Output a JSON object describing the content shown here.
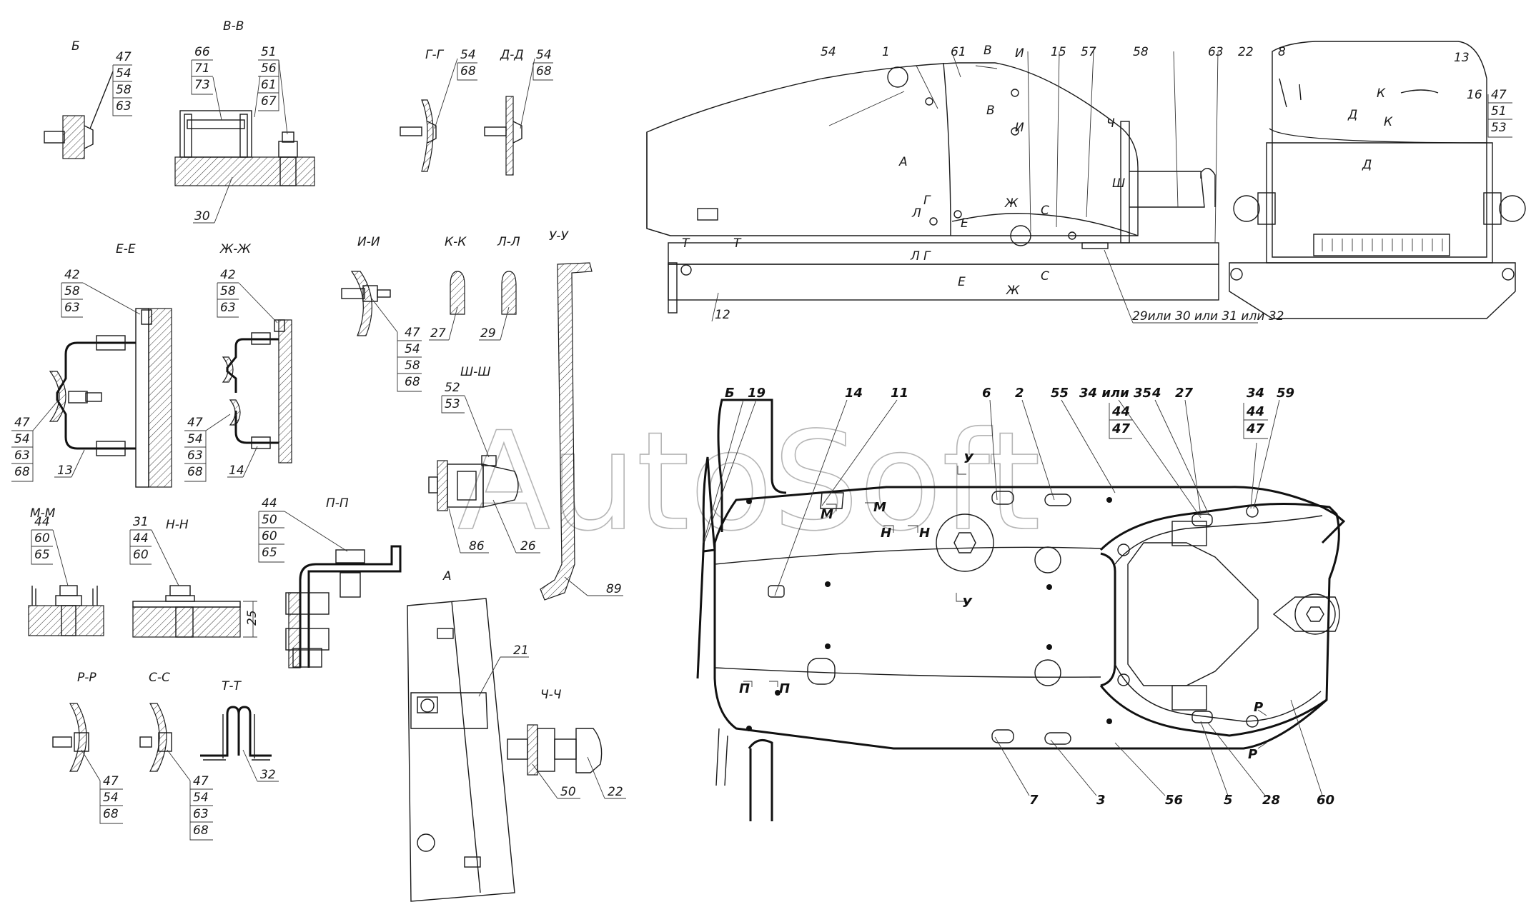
{
  "watermark": "AutoSoft",
  "sections": {
    "b": {
      "title": "Б",
      "stack": [
        "47",
        "54",
        "58",
        "63"
      ]
    },
    "vv": {
      "title": "В-В",
      "stack_left": [
        "66",
        "71",
        "73"
      ],
      "stack_right": [
        "51",
        "56",
        "61",
        "67"
      ],
      "callout": "30"
    },
    "gg": {
      "title": "Г-Г",
      "stack": [
        "54",
        "68"
      ]
    },
    "dd": {
      "title": "Д-Д",
      "stack": [
        "54",
        "68"
      ]
    },
    "ee": {
      "title": "Е-Е",
      "stack_top": [
        "42",
        "58",
        "63"
      ],
      "stack_bottom": [
        "47",
        "54",
        "63",
        "68"
      ],
      "callout": "13"
    },
    "zhzh": {
      "title": "Ж-Ж",
      "stack_top": [
        "42",
        "58",
        "63"
      ],
      "stack_bottom": [
        "47",
        "54",
        "63",
        "68"
      ],
      "callout": "14"
    },
    "ii": {
      "title": "И-И",
      "stack": [
        "47",
        "54",
        "58",
        "68"
      ]
    },
    "kk": {
      "title": "К-К",
      "callout": "27"
    },
    "ll": {
      "title": "Л-Л",
      "callout": "29"
    },
    "uu": {
      "title": "У-У",
      "callout": "89"
    },
    "shsh": {
      "title": "Ш-Ш",
      "stack": [
        "52",
        "53"
      ],
      "callout_a": "86",
      "callout_b": "26"
    },
    "mm": {
      "title": "М-М",
      "stack": [
        "44",
        "60",
        "65"
      ]
    },
    "nn": {
      "title": "Н-Н",
      "stack": [
        "31",
        "44",
        "60"
      ],
      "dim": "25"
    },
    "pp": {
      "title": "П-П",
      "stack": [
        "44",
        "50",
        "60",
        "65"
      ]
    },
    "a": {
      "title": "А",
      "callout": "21"
    },
    "chch": {
      "title": "Ч-Ч",
      "callout_a": "50",
      "callout_b": "22"
    },
    "rr": {
      "title": "Р-Р",
      "stack": [
        "47",
        "54",
        "68"
      ]
    },
    "ss": {
      "title": "С-С",
      "stack": [
        "47",
        "54",
        "63",
        "68"
      ]
    },
    "tt": {
      "title": "Т-Т",
      "callout": "32"
    }
  },
  "side_view": {
    "callouts": [
      "54",
      "1",
      "61",
      "В",
      "И",
      "15",
      "57",
      "58",
      "63",
      "22",
      "8",
      "13",
      "16"
    ],
    "stack_right": [
      "47",
      "51",
      "53"
    ],
    "bottom_12": "12",
    "bottom_29": "29или 30 или 31 или 32",
    "section_marks": [
      "А",
      "В",
      "И",
      "Ч",
      "Ш",
      "Ж",
      "С",
      "Г",
      "Л",
      "Е",
      "Т",
      "Т",
      "Ж",
      "Е",
      "С",
      "Л",
      "Г",
      "К",
      "Д",
      "К",
      "Д"
    ]
  },
  "top_view": {
    "callouts_top": [
      "Б",
      "19",
      "14",
      "11",
      "6",
      "2",
      "55",
      "34 или 35",
      "4",
      "27",
      "34",
      "59"
    ],
    "stack_a": [
      "44",
      "47"
    ],
    "stack_b": [
      "44",
      "47"
    ],
    "callouts_bottom": [
      "7",
      "3",
      "56",
      "5",
      "28",
      "60"
    ],
    "section_marks": [
      "У",
      "М",
      "М",
      "Н",
      "Н",
      "У",
      "П",
      "П",
      "Р",
      "Р"
    ]
  }
}
